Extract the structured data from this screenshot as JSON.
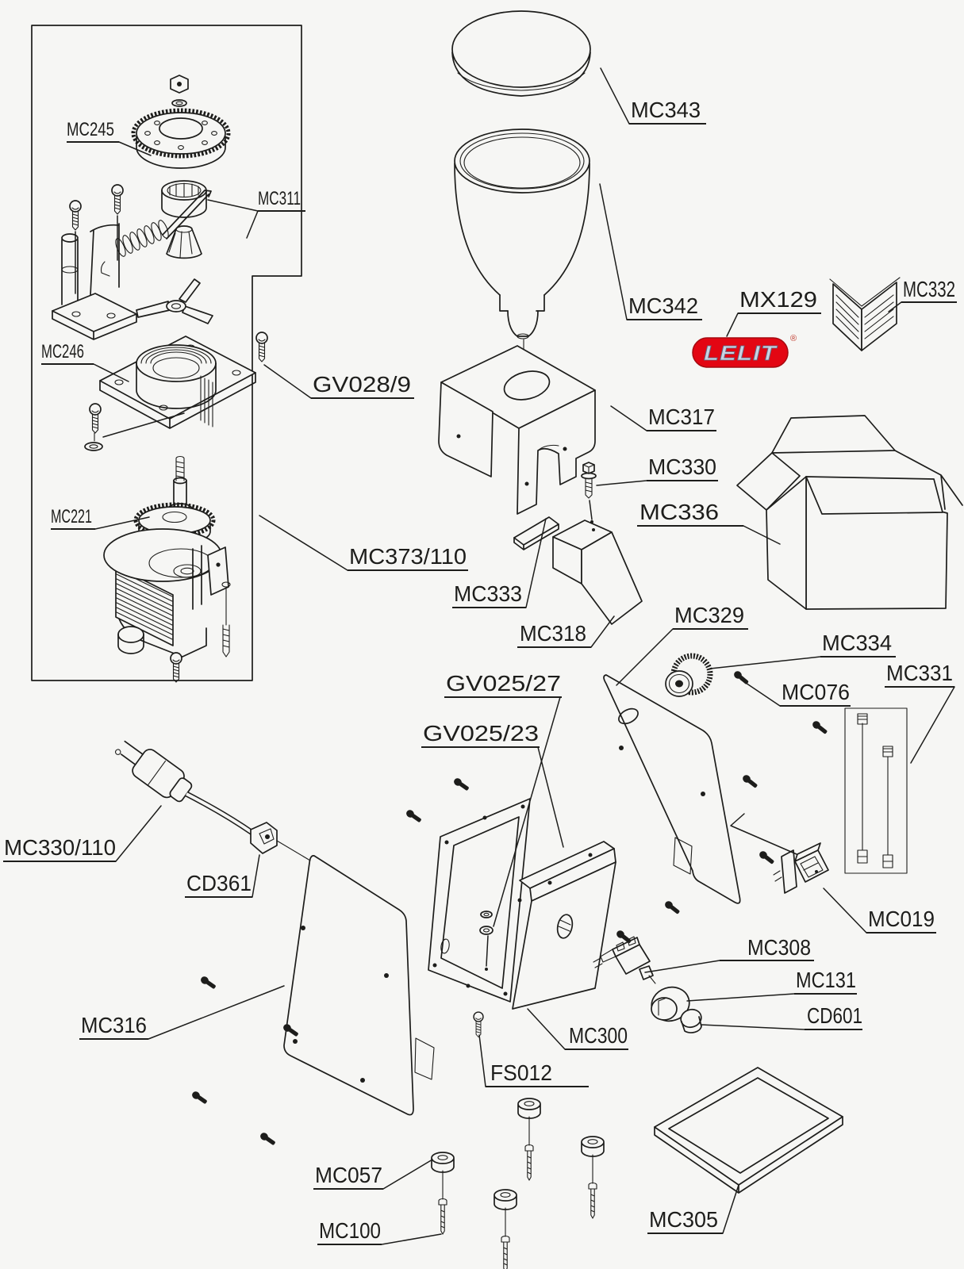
{
  "diagram": {
    "type": "exploded-parts-diagram",
    "product": "coffee grinder",
    "background_color": "#f6f6f4",
    "line_color": "#1d1d1b",
    "brand_logo": {
      "text": "LELIT",
      "registered": "®",
      "bg_color": "#e30613",
      "text_color": "#c9d3e2"
    },
    "labels": {
      "mc245": "MC245",
      "mc311": "MC311",
      "mc246": "MC246",
      "gv028_9": "GV028/9",
      "mc221": "MC221",
      "mc373_110": "MC373/110",
      "mc343": "MC343",
      "mc342": "MC342",
      "mx129": "MX129",
      "mc332": "MC332",
      "mc317": "MC317",
      "mc330": "MC330",
      "mc336": "MC336",
      "mc333": "MC333",
      "mc318": "MC318",
      "mc329": "MC329",
      "mc334": "MC334",
      "mc076": "MC076",
      "mc331": "MC331",
      "mc019": "MC019",
      "gv025_27": "GV025/27",
      "gv025_23": "GV025/23",
      "mc330_110": "MC330/110",
      "cd361": "CD361",
      "mc316": "MC316",
      "mc300": "MC300",
      "fs012": "FS012",
      "mc308": "MC308",
      "mc131": "MC131",
      "cd601": "CD601",
      "mc057": "MC057",
      "mc100": "MC100",
      "mc305": "MC305"
    }
  }
}
